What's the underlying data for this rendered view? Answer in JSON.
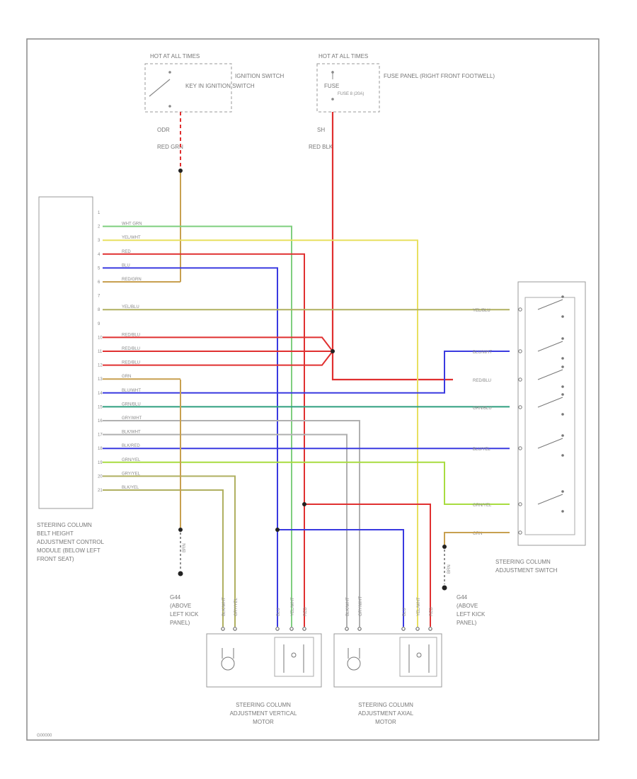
{
  "colors": {
    "border": "#888888",
    "red": "#e03030",
    "blue": "#3a3ae0",
    "yellow": "#e8e060",
    "green": "#7fcf7f",
    "brown": "#c8a050",
    "gray": "#b0b0b0",
    "teal": "#2f9f7f",
    "olive": "#b0b060",
    "lime": "#a8dc40"
  },
  "labels": {
    "hot_at_all_times_left": "HOT AT ALL TIMES",
    "ignition_switch": "IGNITION SWITCH",
    "key_in_ignition_switch": "KEY IN IGNITION SWITCH",
    "hot_at_all_times_right": "HOT AT ALL TIMES",
    "fuse_panel": "FUSE PANEL (RIGHT FRONT FOOTWELL)",
    "fuse": "FUSE 8 (20A)",
    "fuse_left": "FUSE",
    "wire_left_top": "ODR",
    "wire_left_color": "RED GRN",
    "wire_right_top": "SH",
    "wire_right_color": "RED BLK",
    "module": "STEERING COLUMN BELT HEIGHT ADJUSTMENT CONTROL MODULE (BELOW LEFT FRONT SEAT)",
    "switch": "STEERING COLUMN ADJUSTMENT SWITCH",
    "ground_left": "G44 (ABOVE LEFT KICK PANEL)",
    "ground_right": "G44 (ABOVE LEFT KICK PANEL)",
    "motor_vertical": "STEERING COLUMN ADJUSTMENT VERTICAL MOTOR",
    "motor_axial": "STEERING COLUMN ADJUSTMENT AXIAL MOTOR",
    "figure_code": "G00000"
  },
  "module_wires": [
    {
      "pin": "1",
      "label": "",
      "color": ""
    },
    {
      "pin": "2",
      "label": "WHT GRN",
      "color": "green"
    },
    {
      "pin": "3",
      "label": "YEL/WHT",
      "color": "yellow"
    },
    {
      "pin": "4",
      "label": "RED",
      "color": "red"
    },
    {
      "pin": "5",
      "label": "BLU",
      "color": "blue"
    },
    {
      "pin": "6",
      "label": "RED/GRN",
      "color": "brown"
    },
    {
      "pin": "7",
      "label": "",
      "color": ""
    },
    {
      "pin": "8",
      "label": "YEL/BLU",
      "color": "olive"
    },
    {
      "pin": "9",
      "label": "",
      "color": ""
    },
    {
      "pin": "10",
      "label": "RED/BLU",
      "color": "red"
    },
    {
      "pin": "11",
      "label": "RED/BLU",
      "color": "red"
    },
    {
      "pin": "12",
      "label": "RED/BLU",
      "color": "red"
    },
    {
      "pin": "13",
      "label": "GRN",
      "color": "brown"
    },
    {
      "pin": "14",
      "label": "BLU/WHT",
      "color": "blue"
    },
    {
      "pin": "15",
      "label": "GRN/BLU",
      "color": "teal"
    },
    {
      "pin": "16",
      "label": "GRY/WHT",
      "color": "gray"
    },
    {
      "pin": "17",
      "label": "BLK/WHT",
      "color": "gray"
    },
    {
      "pin": "18",
      "label": "BLK/RED",
      "color": "blue"
    },
    {
      "pin": "19",
      "label": "GRN/YEL",
      "color": "lime"
    },
    {
      "pin": "20",
      "label": "GRY/YEL",
      "color": "olive"
    },
    {
      "pin": "21",
      "label": "BLK/YEL",
      "color": "olive"
    }
  ],
  "switch_wires": [
    {
      "label": "YEL/BLU"
    },
    {
      "label": "BLU/WHT"
    },
    {
      "label": "RED/BLU"
    },
    {
      "label": "GRN/BLU"
    },
    {
      "label": "BLU/YEL"
    },
    {
      "label": "GRN/YEL"
    },
    {
      "label": "GRN"
    }
  ],
  "motor_wires": {
    "vertical": [
      "BLK/WHT",
      "GRY/YEL",
      "BLU",
      "YEL/WHT",
      "RED"
    ],
    "axial": [
      "BLK/WHT",
      "GRY/WHT",
      "BLU",
      "YEL/WHT",
      "RED"
    ]
  },
  "ground_wire": "BRN"
}
